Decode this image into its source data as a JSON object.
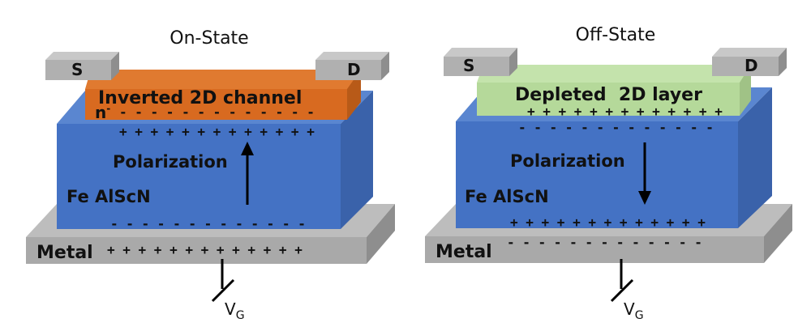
{
  "colors": {
    "metal_top": "#bdbdbd",
    "metal_front": "#a8a8a8",
    "metal_side": "#8c8c8c",
    "ferro_front": "#4472c4",
    "ferro_top": "#5a86d0",
    "ferro_side": "#3a62aa",
    "contact_front": "#b0b0b0",
    "contact_top": "#c8c8c8",
    "contact_side": "#8e8e8e",
    "channel_on_front": "#d86a20",
    "channel_on_top": "#e07a30",
    "channel_on_side": "#b85a18",
    "channel_off_front": "#b5d99a",
    "channel_off_top": "#c4e3ac",
    "channel_off_side": "#a0c286"
  },
  "panels": [
    {
      "title": "On-State",
      "source_label": "S",
      "drain_label": "D",
      "channel_label": "Inverted 2D channel",
      "carrier_label": "n",
      "carrier_sup": "-",
      "channel_charges": "- - - - - - - - - - - - -",
      "ferro_top_charges": "+ + + + + + + + + + + + +",
      "polarization_label": "Polarization",
      "polarization_direction": "up",
      "material_label": "Fe AlScN",
      "ferro_bottom_charges": "- - - - - - - - - - - - -",
      "metal_label": "Metal",
      "metal_charges": "+ + + + + + + + + + + + +",
      "gate_label": "V",
      "gate_sub": "G"
    },
    {
      "title": "Off-State",
      "source_label": "S",
      "drain_label": "D",
      "channel_label": "Depleted  2D layer",
      "channel_charges": "+ + + + + + + + + + + + +",
      "ferro_top_charges": "- - - - - - - - - - - - -",
      "polarization_label": "Polarization",
      "polarization_direction": "down",
      "material_label": "Fe AlScN",
      "ferro_bottom_charges": "+ + + + + + + + + + + + +",
      "metal_label": "Metal",
      "metal_charges": "- - - - - - - - - - - - -",
      "gate_label": "V",
      "gate_sub": "G"
    }
  ]
}
